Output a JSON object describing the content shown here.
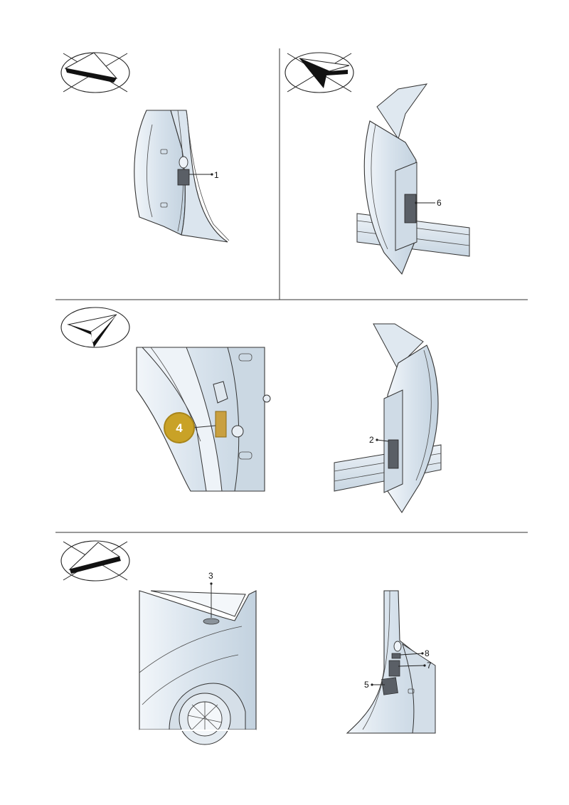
{
  "callouts": {
    "c1": "1",
    "c2": "2",
    "c3": "3",
    "c4": "4",
    "c5": "5",
    "c6": "6",
    "c7": "7",
    "c8": "8"
  },
  "icons": {
    "panel1": "plane-crossed-icon",
    "panel2": "plane-crossed-icon",
    "panel3": "plane-check-icon",
    "panel4": "plane-crossed-icon"
  },
  "colors": {
    "highlight_badge": "#c9a227",
    "highlight_label": "#c9a040",
    "panel_fill": "#e3ebf3",
    "line": "#333333"
  }
}
